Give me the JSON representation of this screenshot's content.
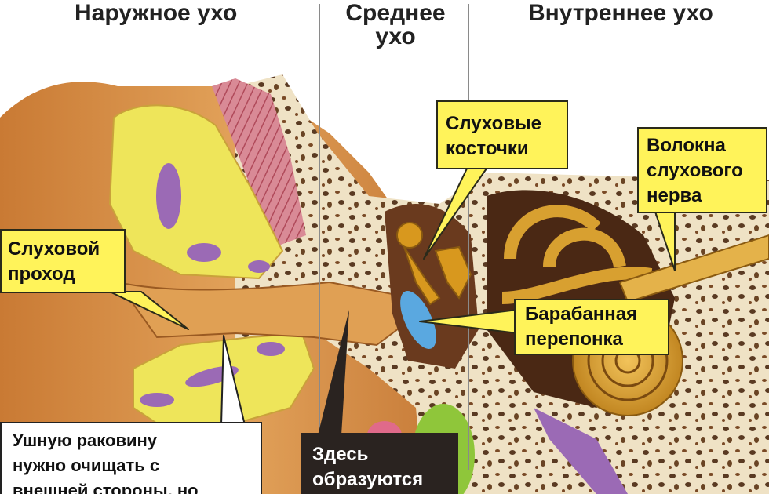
{
  "headings": {
    "outer": "Наружное ухо",
    "middle_line1": "Среднее",
    "middle_line2": "ухо",
    "inner": "Внутреннее ухо"
  },
  "labels": {
    "ossicles": [
      "Слуховые",
      "косточки"
    ],
    "nerve_fibers": [
      "Волокна",
      "слухового",
      "нерва"
    ],
    "ear_canal": [
      "Слуховой",
      "проход"
    ],
    "eardrum": [
      "Барабанная",
      "перепонка"
    ]
  },
  "notes": {
    "cleaning": [
      "Ушную раковину",
      "нужно очищать с",
      "внешней стороны, но"
    ],
    "wax": [
      "Здесь",
      "образуются"
    ]
  },
  "colors": {
    "callout_fill": "#fff35a",
    "skin": "#d88a3c",
    "cartilage": "#eee55a",
    "purple_tissue": "#9b6ab5",
    "eardrum_blue": "#5aa8e0",
    "bone": "#efe2c5",
    "cochlea": "#c98a1e",
    "dark_note": "#2a2320"
  }
}
